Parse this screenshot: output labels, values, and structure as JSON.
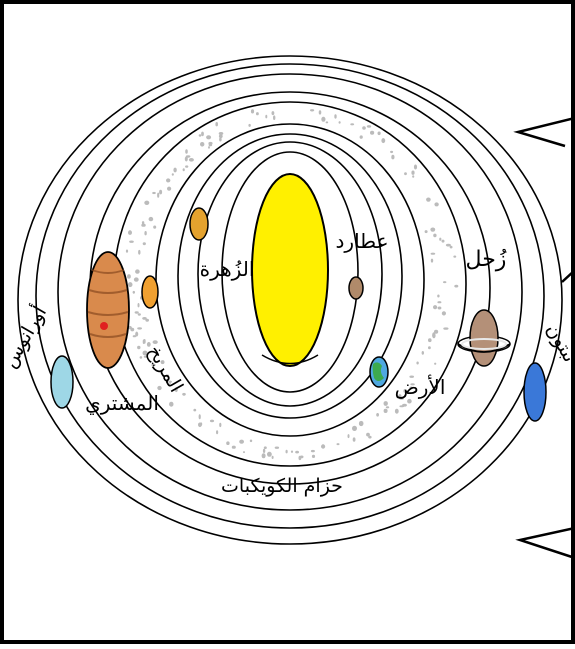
{
  "labels": {
    "sun": "",
    "mercury": "عطارد",
    "venus": "الزُهرة",
    "earth": "الأرض",
    "mars": "المريخ",
    "jupiter": "المشتري",
    "saturn": "زُحل",
    "uranus": "أورانوس",
    "neptune": "نبتون",
    "asteroid_belt": "حزام الكويكبات"
  },
  "colors": {
    "sun": "#FFF000",
    "mercury": "#B08A6A",
    "venus": "#E4A22E",
    "earth_land": "#3DAA4E",
    "earth_ocean": "#4FA8E0",
    "mars": "#F0A030",
    "jupiter": "#D98A4C",
    "saturn": "#B49078",
    "uranus": "#9ED7E6",
    "neptune": "#3A78D8",
    "orbit": "#000000"
  }
}
